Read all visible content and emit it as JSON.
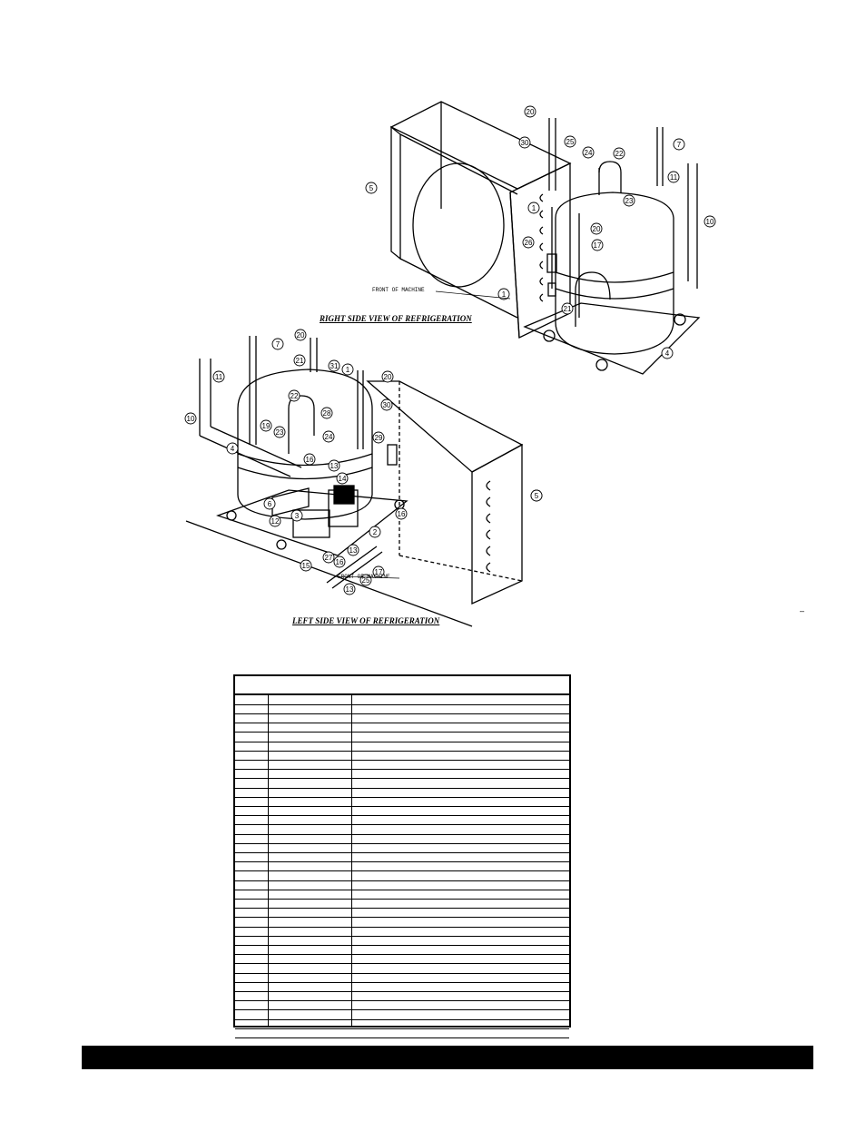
{
  "drawing": {
    "right_caption": "RIGHT SIDE VIEW OF REFRIGERATION",
    "left_caption": "LEFT SIDE VIEW OF REFRIGERATION",
    "front_right": "FRONT OF MACHINE",
    "front_left": "FRONT OF MACHINE",
    "callouts_right": [
      "20",
      "30",
      "25",
      "24",
      "22",
      "7",
      "11",
      "10",
      "5",
      "1",
      "23",
      "20",
      "17",
      "26",
      "1",
      "21",
      "4"
    ],
    "callouts_left": [
      "20",
      "7",
      "21",
      "31",
      "1",
      "20",
      "11",
      "10",
      "22",
      "28",
      "30",
      "19",
      "23",
      "24",
      "29",
      "4",
      "16",
      "13",
      "14",
      "6",
      "3",
      "12",
      "15",
      "16",
      "2",
      "13",
      "27",
      "16",
      "17",
      "25",
      "13",
      "1",
      "5"
    ],
    "corner_mark": "–"
  },
  "parts_table": {
    "row_count": 36
  }
}
